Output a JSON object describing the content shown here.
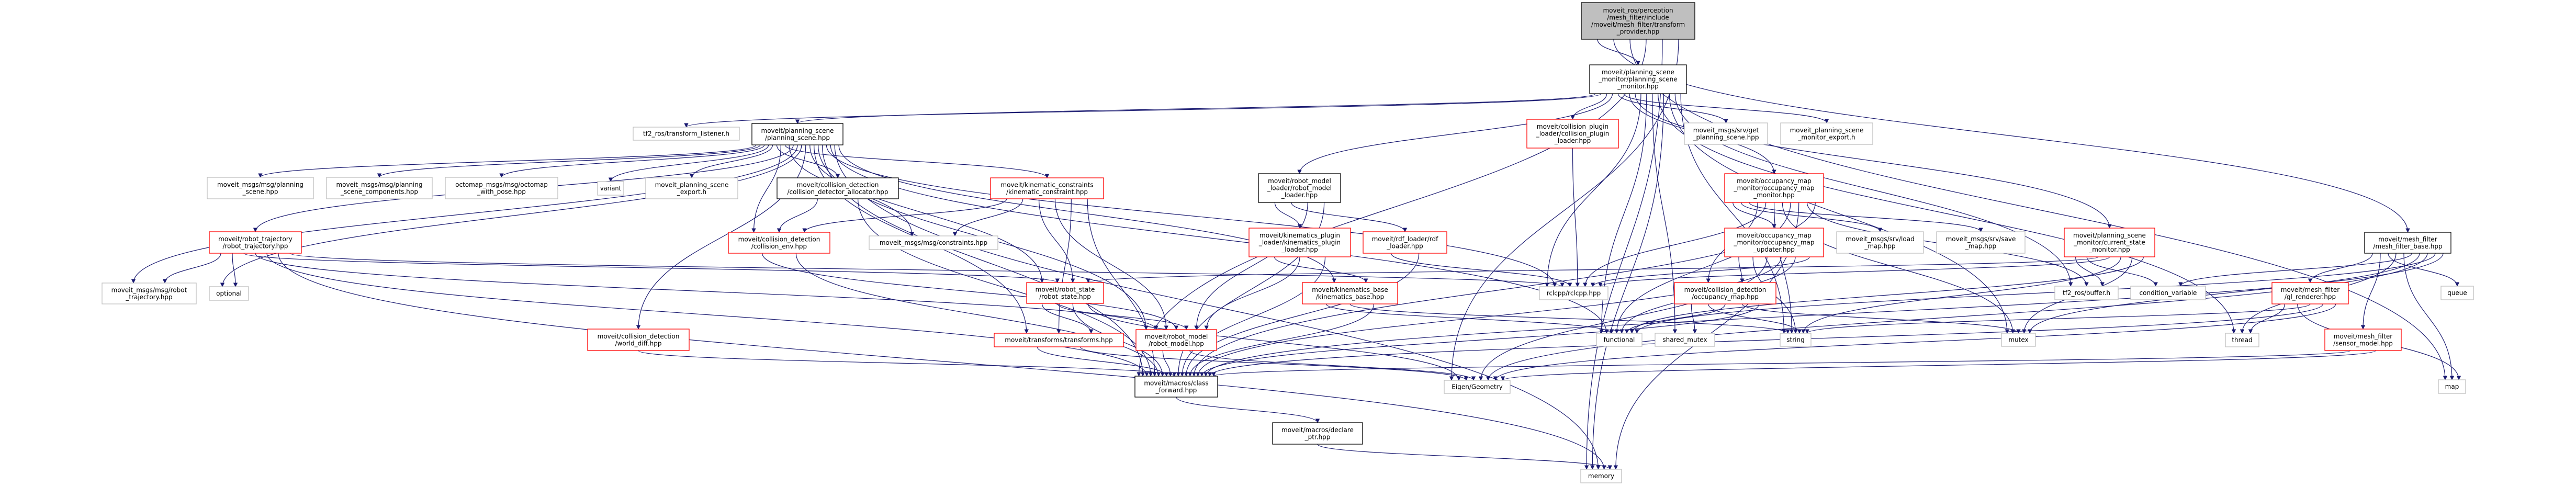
{
  "colors": {
    "edge": "#191970",
    "root_fill": "#bfbfbf",
    "root_border": "#000000",
    "documented_border": "#000000",
    "truncated_border": "#ff0000",
    "external_border": "#bfbfbf"
  },
  "nodes": [
    {
      "id": "tp",
      "kind": "root",
      "label": [
        "moveit_ros/perception",
        "/mesh_filter/include",
        "/moveit/mesh_filter/transform",
        "_provider.hpp"
      ]
    },
    {
      "id": "psm",
      "kind": "documented",
      "label": [
        "moveit/planning_scene",
        "_monitor/planning_scene",
        "_monitor.hpp"
      ]
    },
    {
      "id": "tfl",
      "kind": "external",
      "label": [
        "tf2_ros/transform_listener.h"
      ]
    },
    {
      "id": "ps",
      "kind": "documented",
      "label": [
        "moveit/planning_scene",
        "/planning_scene.hpp"
      ]
    },
    {
      "id": "cpl",
      "kind": "truncated",
      "label": [
        "moveit/collision_plugin",
        "_loader/collision_plugin",
        "_loader.hpp"
      ]
    },
    {
      "id": "gps",
      "kind": "external",
      "label": [
        "moveit_msgs/srv/get",
        "_planning_scene.hpp"
      ]
    },
    {
      "id": "psme",
      "kind": "external",
      "label": [
        "moveit_planning_scene",
        "_monitor_export.h"
      ]
    },
    {
      "id": "msgps",
      "kind": "external",
      "label": [
        "moveit_msgs/msg/planning",
        "_scene.hpp"
      ]
    },
    {
      "id": "msgpsc",
      "kind": "external",
      "label": [
        "moveit_msgs/msg/planning",
        "_scene_components.hpp"
      ]
    },
    {
      "id": "octo",
      "kind": "external",
      "label": [
        "octomap_msgs/msg/octomap",
        "_with_pose.hpp"
      ]
    },
    {
      "id": "variant",
      "kind": "external",
      "label": [
        "variant"
      ]
    },
    {
      "id": "pse",
      "kind": "external",
      "label": [
        "moveit_planning_scene",
        "_export.h"
      ]
    },
    {
      "id": "cda",
      "kind": "documented",
      "label": [
        "moveit/collision_detection",
        "/collision_detector_allocator.hpp"
      ]
    },
    {
      "id": "kc",
      "kind": "truncated",
      "label": [
        "moveit/kinematic_constraints",
        "/kinematic_constraint.hpp"
      ]
    },
    {
      "id": "rml",
      "kind": "documented",
      "label": [
        "moveit/robot_model",
        "_loader/robot_model",
        "_loader.hpp"
      ]
    },
    {
      "id": "omm",
      "kind": "truncated",
      "label": [
        "moveit/occupancy_map",
        "_monitor/occupancy_map",
        "_monitor.hpp"
      ]
    },
    {
      "id": "rt",
      "kind": "truncated",
      "label": [
        "moveit/robot_trajectory",
        "/robot_trajectory.hpp"
      ]
    },
    {
      "id": "ce",
      "kind": "truncated",
      "label": [
        "moveit/collision_detection",
        "/collision_env.hpp"
      ]
    },
    {
      "id": "cons",
      "kind": "external",
      "label": [
        "moveit_msgs/msg/constraints.hpp"
      ]
    },
    {
      "id": "kpl",
      "kind": "truncated",
      "label": [
        "moveit/kinematics_plugin",
        "_loader/kinematics_plugin",
        "_loader.hpp"
      ]
    },
    {
      "id": "rdf",
      "kind": "truncated",
      "label": [
        "moveit/rdf_loader/rdf",
        "_loader.hpp"
      ]
    },
    {
      "id": "omu",
      "kind": "truncated",
      "label": [
        "moveit/occupancy_map",
        "_monitor/occupancy_map",
        "_updater.hpp"
      ]
    },
    {
      "id": "load",
      "kind": "external",
      "label": [
        "moveit_msgs/srv/load",
        "_map.hpp"
      ]
    },
    {
      "id": "save",
      "kind": "external",
      "label": [
        "moveit_msgs/srv/save",
        "_map.hpp"
      ]
    },
    {
      "id": "csm",
      "kind": "truncated",
      "label": [
        "moveit/planning_scene",
        "_monitor/current_state",
        "_monitor.hpp"
      ]
    },
    {
      "id": "mfb",
      "kind": "documented",
      "label": [
        "moveit/mesh_filter",
        "/mesh_filter_base.hpp"
      ]
    },
    {
      "id": "msgrt",
      "kind": "external",
      "label": [
        "moveit_msgs/msg/robot",
        "_trajectory.hpp"
      ]
    },
    {
      "id": "opt",
      "kind": "external",
      "label": [
        "optional"
      ]
    },
    {
      "id": "rs",
      "kind": "truncated",
      "label": [
        "moveit/robot_state",
        "/robot_state.hpp"
      ]
    },
    {
      "id": "kb",
      "kind": "truncated",
      "label": [
        "moveit/kinematics_base",
        "/kinematics_base.hpp"
      ]
    },
    {
      "id": "rclcpp",
      "kind": "external",
      "label": [
        "rclcpp/rclcpp.hpp"
      ]
    },
    {
      "id": "om",
      "kind": "truncated",
      "label": [
        "moveit/collision_detection",
        "/occupancy_map.hpp"
      ]
    },
    {
      "id": "tfb",
      "kind": "external",
      "label": [
        "tf2_ros/buffer.h"
      ]
    },
    {
      "id": "cv",
      "kind": "external",
      "label": [
        "condition_variable"
      ]
    },
    {
      "id": "gl",
      "kind": "truncated",
      "label": [
        "moveit/mesh_filter",
        "/gl_renderer.hpp"
      ]
    },
    {
      "id": "queue",
      "kind": "external",
      "label": [
        "queue"
      ]
    },
    {
      "id": "wd",
      "kind": "truncated",
      "label": [
        "moveit/collision_detection",
        "/world_diff.hpp"
      ]
    },
    {
      "id": "tr",
      "kind": "truncated",
      "label": [
        "moveit/transforms/transforms.hpp"
      ]
    },
    {
      "id": "rm",
      "kind": "truncated",
      "label": [
        "moveit/robot_model",
        "/robot_model.hpp"
      ]
    },
    {
      "id": "func",
      "kind": "external",
      "label": [
        "functional"
      ]
    },
    {
      "id": "smutex",
      "kind": "external",
      "label": [
        "shared_mutex"
      ]
    },
    {
      "id": "string",
      "kind": "external",
      "label": [
        "string"
      ]
    },
    {
      "id": "mutex",
      "kind": "external",
      "label": [
        "mutex"
      ]
    },
    {
      "id": "thread",
      "kind": "external",
      "label": [
        "thread"
      ]
    },
    {
      "id": "sm",
      "kind": "truncated",
      "label": [
        "moveit/mesh_filter",
        "/sensor_model.hpp"
      ]
    },
    {
      "id": "cf",
      "kind": "documented",
      "label": [
        "moveit/macros/class",
        "_forward.hpp"
      ]
    },
    {
      "id": "eigen",
      "kind": "external",
      "label": [
        "Eigen/Geometry"
      ]
    },
    {
      "id": "map",
      "kind": "external",
      "label": [
        "map"
      ]
    },
    {
      "id": "dp",
      "kind": "documented",
      "label": [
        "moveit/macros/declare",
        "_ptr.hpp"
      ]
    },
    {
      "id": "memory",
      "kind": "external",
      "label": [
        "memory"
      ]
    }
  ],
  "edges": [
    [
      "tp",
      "psm"
    ],
    [
      "tp",
      "mfb"
    ],
    [
      "tp",
      "map"
    ],
    [
      "tp",
      "cf"
    ],
    [
      "tp",
      "memory"
    ],
    [
      "tp",
      "eigen"
    ],
    [
      "psm",
      "ps"
    ],
    [
      "psm",
      "tfl"
    ],
    [
      "psm",
      "cpl"
    ],
    [
      "psm",
      "rml"
    ],
    [
      "psm",
      "gps"
    ],
    [
      "psm",
      "psme"
    ],
    [
      "psm",
      "omm"
    ],
    [
      "psm",
      "csm"
    ],
    [
      "psm",
      "rclcpp"
    ],
    [
      "psm",
      "func"
    ],
    [
      "psm",
      "smutex"
    ],
    [
      "psm",
      "thread"
    ],
    [
      "psm",
      "memory"
    ],
    [
      "psm",
      "mutex"
    ],
    [
      "psm",
      "tfb"
    ],
    [
      "psm",
      "string"
    ],
    [
      "ps",
      "msgps"
    ],
    [
      "ps",
      "msgpsc"
    ],
    [
      "ps",
      "octo"
    ],
    [
      "ps",
      "variant"
    ],
    [
      "ps",
      "pse"
    ],
    [
      "ps",
      "cda"
    ],
    [
      "ps",
      "ce"
    ],
    [
      "ps",
      "kc"
    ],
    [
      "ps",
      "cons"
    ],
    [
      "ps",
      "rt"
    ],
    [
      "ps",
      "msgrt"
    ],
    [
      "ps",
      "opt"
    ],
    [
      "ps",
      "wd"
    ],
    [
      "ps",
      "rs"
    ],
    [
      "ps",
      "tr"
    ],
    [
      "ps",
      "rm"
    ],
    [
      "ps",
      "cf"
    ],
    [
      "ps",
      "rclcpp"
    ],
    [
      "ps",
      "func"
    ],
    [
      "ps",
      "memory"
    ],
    [
      "ps",
      "kb"
    ],
    [
      "rt",
      "msgrt"
    ],
    [
      "rt",
      "opt"
    ],
    [
      "rt",
      "rs"
    ],
    [
      "rt",
      "rm"
    ],
    [
      "rt",
      "cf"
    ],
    [
      "rt",
      "memory"
    ],
    [
      "rt",
      "rclcpp"
    ],
    [
      "cda",
      "ce"
    ],
    [
      "cda",
      "cf"
    ],
    [
      "kc",
      "ce"
    ],
    [
      "kc",
      "cons"
    ],
    [
      "kc",
      "rs"
    ],
    [
      "kc",
      "rm"
    ],
    [
      "kc",
      "tr"
    ],
    [
      "kc",
      "cf"
    ],
    [
      "ce",
      "rm"
    ],
    [
      "ce",
      "cf"
    ],
    [
      "rs",
      "tr"
    ],
    [
      "rs",
      "rm"
    ],
    [
      "rs",
      "cf"
    ],
    [
      "rs",
      "eigen"
    ],
    [
      "tr",
      "cf"
    ],
    [
      "tr",
      "eigen"
    ],
    [
      "rm",
      "cf"
    ],
    [
      "rm",
      "eigen"
    ],
    [
      "wd",
      "cf"
    ],
    [
      "cf",
      "dp"
    ],
    [
      "dp",
      "memory"
    ],
    [
      "rml",
      "kpl"
    ],
    [
      "rml",
      "rdf"
    ],
    [
      "rml",
      "rm"
    ],
    [
      "rml",
      "cf"
    ],
    [
      "kpl",
      "kb"
    ],
    [
      "kpl",
      "rm"
    ],
    [
      "kpl",
      "cf"
    ],
    [
      "rdf",
      "rclcpp"
    ],
    [
      "rdf",
      "cf"
    ],
    [
      "kb",
      "func"
    ],
    [
      "kb",
      "string"
    ],
    [
      "kb",
      "cf"
    ],
    [
      "cpl",
      "rclcpp"
    ],
    [
      "omm",
      "omu"
    ],
    [
      "omm",
      "load"
    ],
    [
      "omm",
      "save"
    ],
    [
      "omm",
      "om"
    ],
    [
      "omm",
      "rclcpp"
    ],
    [
      "omm",
      "string"
    ],
    [
      "omm",
      "mutex"
    ],
    [
      "omm",
      "func"
    ],
    [
      "omm",
      "memory"
    ],
    [
      "omm",
      "tfb"
    ],
    [
      "omm",
      "cf"
    ],
    [
      "omu",
      "om"
    ],
    [
      "omu",
      "string"
    ],
    [
      "omu",
      "eigen"
    ],
    [
      "omu",
      "cf"
    ],
    [
      "omu",
      "func"
    ],
    [
      "omu",
      "rclcpp"
    ],
    [
      "om",
      "smutex"
    ],
    [
      "om",
      "string"
    ],
    [
      "om",
      "func"
    ],
    [
      "om",
      "mutex"
    ],
    [
      "om",
      "cf"
    ],
    [
      "csm",
      "tfb"
    ],
    [
      "csm",
      "cv"
    ],
    [
      "csm",
      "rs"
    ],
    [
      "csm",
      "rclcpp"
    ],
    [
      "csm",
      "string"
    ],
    [
      "csm",
      "mutex"
    ],
    [
      "csm",
      "func"
    ],
    [
      "mfb",
      "gl"
    ],
    [
      "mfb",
      "sm"
    ],
    [
      "mfb",
      "queue"
    ],
    [
      "mfb",
      "thread"
    ],
    [
      "mfb",
      "map"
    ],
    [
      "mfb",
      "cv"
    ],
    [
      "mfb",
      "mutex"
    ],
    [
      "mfb",
      "eigen"
    ],
    [
      "mfb",
      "func"
    ],
    [
      "mfb",
      "cf"
    ],
    [
      "gl",
      "thread"
    ],
    [
      "gl",
      "map"
    ],
    [
      "gl",
      "string"
    ],
    [
      "gl",
      "cf"
    ],
    [
      "gl",
      "eigen"
    ],
    [
      "sm",
      "cf"
    ],
    [
      "sm",
      "eigen"
    ]
  ]
}
